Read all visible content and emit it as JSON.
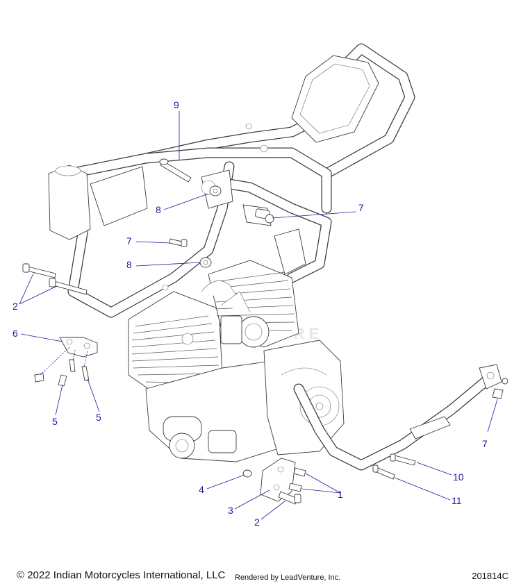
{
  "watermark": "VENTURE",
  "callouts": [
    {
      "id": "9",
      "label": "9"
    },
    {
      "id": "8a",
      "label": "8"
    },
    {
      "id": "7a",
      "label": "7"
    },
    {
      "id": "7b",
      "label": "7"
    },
    {
      "id": "8b",
      "label": "8"
    },
    {
      "id": "2a",
      "label": "2"
    },
    {
      "id": "6",
      "label": "6"
    },
    {
      "id": "5a",
      "label": "5"
    },
    {
      "id": "5b",
      "label": "5"
    },
    {
      "id": "7c",
      "label": "7"
    },
    {
      "id": "10",
      "label": "10"
    },
    {
      "id": "4",
      "label": "4"
    },
    {
      "id": "1",
      "label": "1"
    },
    {
      "id": "11",
      "label": "11"
    },
    {
      "id": "3",
      "label": "3"
    },
    {
      "id": "2b",
      "label": "2"
    }
  ],
  "footer": {
    "copyright": "© 2022 Indian Motorcycles International, LLC",
    "rendered_by": "Rendered by LeadVenture, Inc.",
    "reference": "201814C"
  }
}
